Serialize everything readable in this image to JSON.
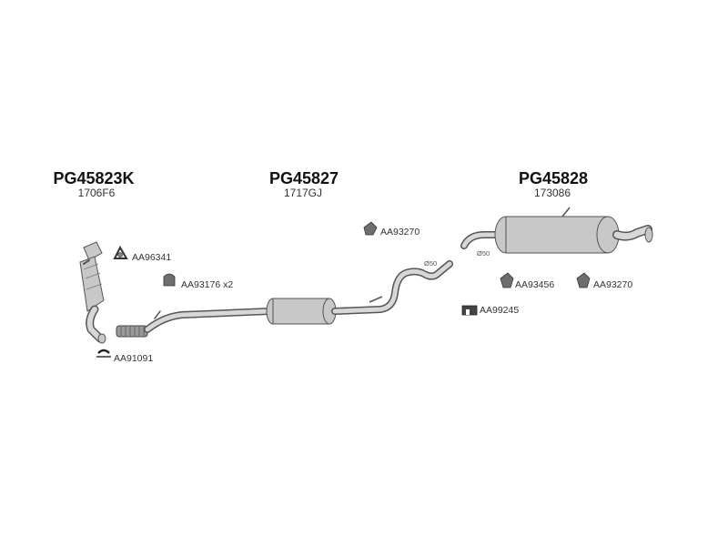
{
  "groups": [
    {
      "code": "PG45823K",
      "ref": "1706F6"
    },
    {
      "code": "PG45827",
      "ref": "1717GJ"
    },
    {
      "code": "PG45828",
      "ref": "173086"
    }
  ],
  "parts": [
    {
      "code": "AA96341"
    },
    {
      "code": "AA93176 x2"
    },
    {
      "code": "AA91091"
    },
    {
      "code": "AA93270"
    },
    {
      "code": "AA99245"
    },
    {
      "code": "AA93456"
    },
    {
      "code": "AA93270"
    }
  ],
  "diameters": {
    "middle_outlet": "Ø50",
    "rear_inlet": "Ø50"
  },
  "icons": {
    "rubber_hanger": "rubber-hanger-icon",
    "gasket_ring": "gasket-ring-icon",
    "bolt_kit": "bolt-kit-icon",
    "clamp": "clamp-icon",
    "bracket": "bracket-icon"
  }
}
